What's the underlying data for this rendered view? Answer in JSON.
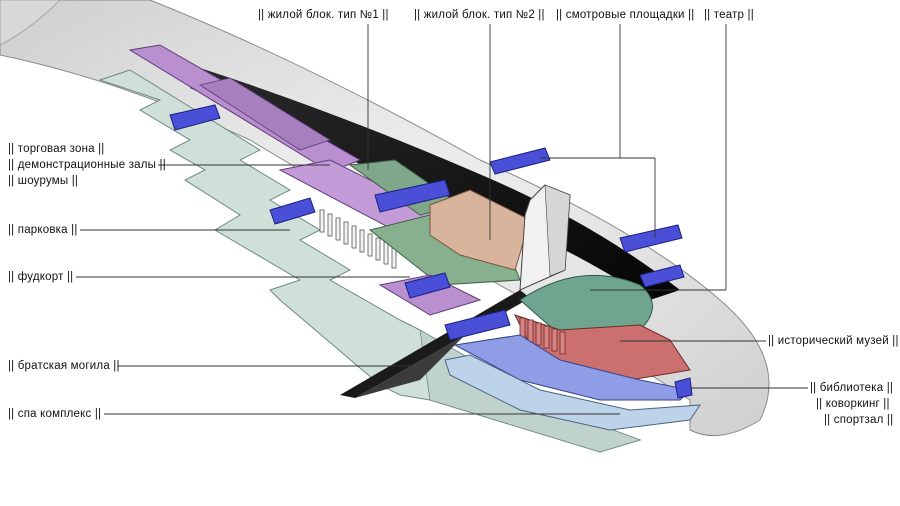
{
  "labels": {
    "living_block_1": "|| жилой блок. тип №1 ||",
    "living_block_2": "|| жилой блок. тип №2 ||",
    "viewing_platforms": "|| смотровые площадки ||",
    "theatre": "|| театр ||",
    "trade_zone": "|| торговая зона ||",
    "demo_halls": "|| демонстрационные залы ||",
    "showrooms": "|| шоурумы ||",
    "parking": "|| парковка ||",
    "food_court": "|| фудкорт ||",
    "mass_grave": "|| братская могила ||",
    "spa_complex": "|| спа комплекс ||",
    "history_museum": "|| исторический музей ||",
    "library": "|| библиотека ||",
    "coworking": "|| коворкинг ||",
    "gym": "|| спортзал ||"
  },
  "colors": {
    "ground_slab": "#cfe0d8",
    "mountain": "#e6e6e6",
    "tunnel_dark": "#111111",
    "purple_block": "#b98fd0",
    "blue_bar": "#4a4fd8",
    "green_block": "#7fa88a",
    "tan_block": "#d9b49c",
    "red_block": "#cc6f6f",
    "blue_tier": "#8f9de6",
    "pale_blue_tier": "#bcd3ea"
  }
}
